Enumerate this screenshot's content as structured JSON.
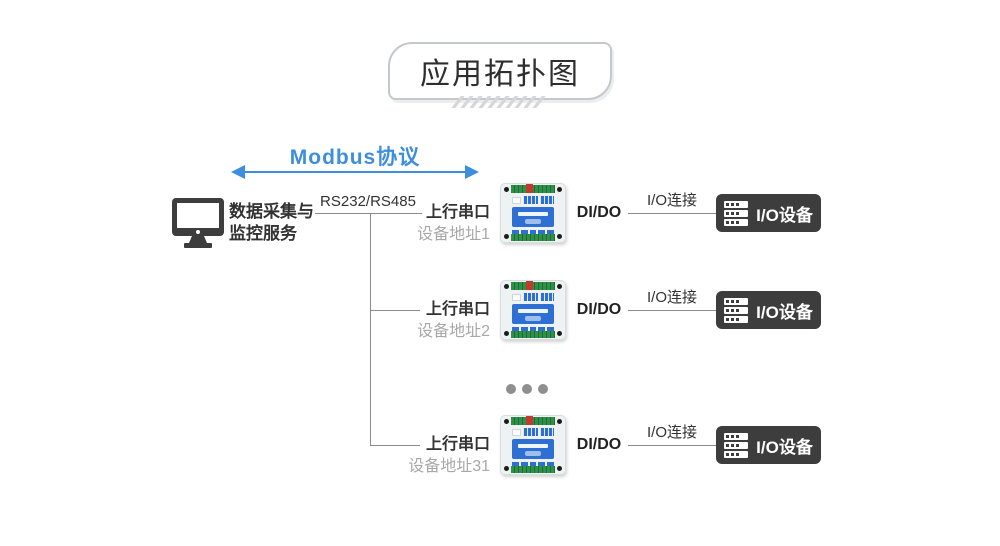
{
  "title": {
    "text": "应用拓扑图"
  },
  "protocol": {
    "label": "Modbus协议"
  },
  "server": {
    "line1": "数据采集与",
    "line2": "监控服务"
  },
  "bus": {
    "label": "RS232/RS485"
  },
  "rows": [
    {
      "port": "上行串口",
      "address": "设备地址1",
      "signal": "DI/DO",
      "connection": "I/O连接",
      "device": "I/O设备"
    },
    {
      "port": "上行串口",
      "address": "设备地址2",
      "signal": "DI/DO",
      "connection": "I/O连接",
      "device": "I/O设备"
    },
    {
      "port": "上行串口",
      "address": "设备地址31",
      "signal": "DI/DO",
      "connection": "I/O连接",
      "device": "I/O设备"
    }
  ],
  "colors": {
    "accent_blue": "#3E8EDE",
    "dark": "#3D3D3D",
    "line": "#8C8C8C",
    "muted_text": "#A8A8A8"
  }
}
